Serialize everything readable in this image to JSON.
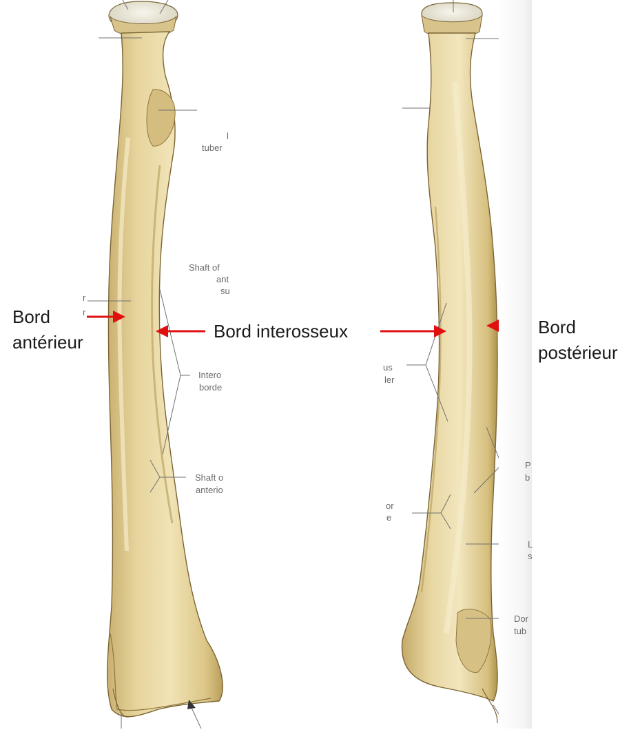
{
  "colors": {
    "bone_fill": "#E6D49C",
    "bone_shadow": "#B99E5C",
    "bone_highlight": "#F4E8C2",
    "bone_outline": "#7A6434",
    "articular_cartilage": "#EFEDE2",
    "arrow_red": "#E01010",
    "leader_line": "#707070",
    "atlas_text": "#6A6A6A",
    "annotation_text": "#1A1A1A"
  },
  "atlas_labels": {
    "left_tuber_1": "l",
    "left_tuber_2": "tuber",
    "left_shaft_1": "Shaft of",
    "left_shaft_2": "ant",
    "left_shaft_3": "su",
    "left_r_1": "r",
    "left_r_2": "r",
    "left_intero_1": "Intero",
    "left_intero_2": "borde",
    "left_shaft_ant_1": "Shaft o",
    "left_shaft_ant_2": "anterio",
    "right_us_1": "us",
    "right_us_2": "ler",
    "right_p_1": "P",
    "right_p_2": "b",
    "right_or_1": "or",
    "right_or_2": "e",
    "right_l_1": "L",
    "right_l_2": "s",
    "right_dor_1": "Dor",
    "right_dor_2": "tub"
  },
  "annotations": {
    "bord_anterieur_1": "Bord",
    "bord_anterieur_2": "antérieur",
    "bord_interosseux": "Bord interosseux",
    "bord_posterieur_1": "Bord",
    "bord_posterieur_2": "postérieur"
  }
}
